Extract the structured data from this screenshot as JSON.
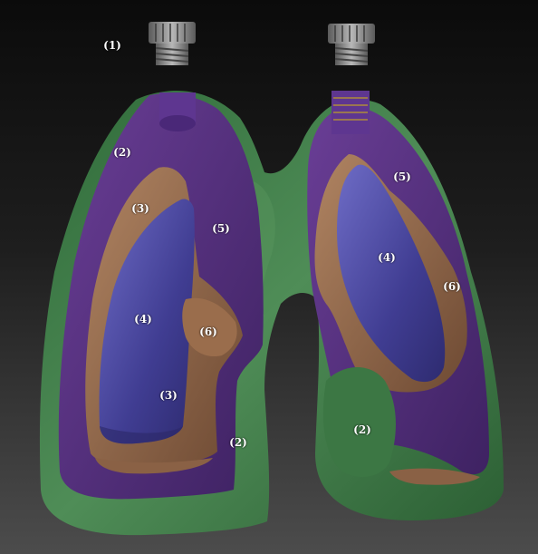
{
  "colors": {
    "background_top": "#0c0c0c",
    "background_bottom": "#4a4a4a",
    "pleura_outer": "#3f7a45",
    "pleura_outer_light": "#5f9c62",
    "lung_shell": "#4b2a72",
    "lung_shell_light": "#6a3e96",
    "tissue_brown": "#8a6145",
    "tissue_brown_light": "#b58a66",
    "inner_chamber": "#3f3c8c",
    "inner_chamber_light": "#6a68c2",
    "connector_metal": "#8a8a8a",
    "label_text": "#ffffff"
  },
  "labels": {
    "connector": "(1)",
    "outer_layer": "(2)",
    "brown_layer": "(3)",
    "inner_cavity": "(4)",
    "purple_wall": "(5)",
    "brown_patch": "(6)"
  },
  "icons": {
    "left_connector": "threaded-connector-icon",
    "right_connector": "threaded-connector-icon"
  }
}
